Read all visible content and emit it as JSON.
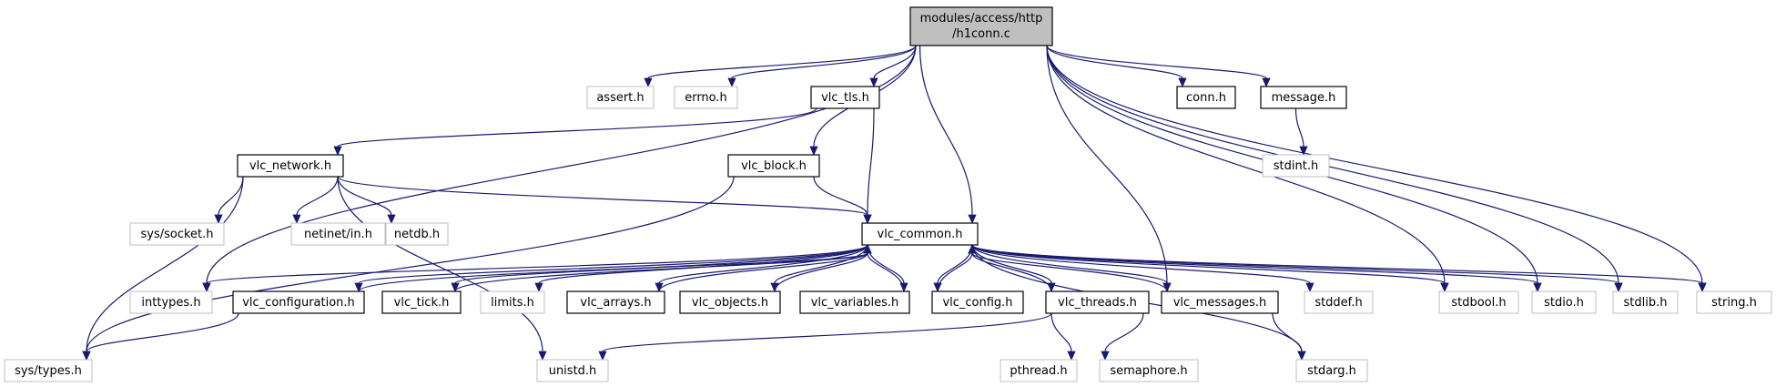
{
  "graph": {
    "root": [
      "modules/access/http",
      "/h1conn.c"
    ],
    "nodes": [
      {
        "id": "assert",
        "label": "assert.h",
        "style": "weak"
      },
      {
        "id": "errno",
        "label": "errno.h",
        "style": "weak"
      },
      {
        "id": "vlc_tls",
        "label": "vlc_tls.h",
        "style": "strong"
      },
      {
        "id": "conn",
        "label": "conn.h",
        "style": "strong"
      },
      {
        "id": "message",
        "label": "message.h",
        "style": "strong"
      },
      {
        "id": "stdint",
        "label": "stdint.h",
        "style": "weak"
      },
      {
        "id": "vlc_network",
        "label": "vlc_network.h",
        "style": "strong"
      },
      {
        "id": "vlc_block",
        "label": "vlc_block.h",
        "style": "strong"
      },
      {
        "id": "syssocket",
        "label": "sys/socket.h",
        "style": "weak"
      },
      {
        "id": "netinet",
        "label": "netinet/in.h",
        "style": "weak"
      },
      {
        "id": "netdb",
        "label": "netdb.h",
        "style": "weak"
      },
      {
        "id": "vlc_common",
        "label": "vlc_common.h",
        "style": "strong"
      },
      {
        "id": "inttypes",
        "label": "inttypes.h",
        "style": "weak"
      },
      {
        "id": "vlc_configuration",
        "label": "vlc_configuration.h",
        "style": "strong"
      },
      {
        "id": "vlc_tick",
        "label": "vlc_tick.h",
        "style": "strong"
      },
      {
        "id": "limits",
        "label": "limits.h",
        "style": "weak"
      },
      {
        "id": "vlc_arrays",
        "label": "vlc_arrays.h",
        "style": "strong"
      },
      {
        "id": "vlc_objects",
        "label": "vlc_objects.h",
        "style": "strong"
      },
      {
        "id": "vlc_variables",
        "label": "vlc_variables.h",
        "style": "strong"
      },
      {
        "id": "vlc_config",
        "label": "vlc_config.h",
        "style": "strong"
      },
      {
        "id": "vlc_threads",
        "label": "vlc_threads.h",
        "style": "strong"
      },
      {
        "id": "vlc_messages",
        "label": "vlc_messages.h",
        "style": "strong"
      },
      {
        "id": "stddef",
        "label": "stddef.h",
        "style": "weak"
      },
      {
        "id": "stdbool",
        "label": "stdbool.h",
        "style": "weak"
      },
      {
        "id": "stdio",
        "label": "stdio.h",
        "style": "weak"
      },
      {
        "id": "stdlib",
        "label": "stdlib.h",
        "style": "weak"
      },
      {
        "id": "string",
        "label": "string.h",
        "style": "weak"
      },
      {
        "id": "systypes",
        "label": "sys/types.h",
        "style": "weak"
      },
      {
        "id": "unistd",
        "label": "unistd.h",
        "style": "weak"
      },
      {
        "id": "pthread",
        "label": "pthread.h",
        "style": "weak"
      },
      {
        "id": "semaphore",
        "label": "semaphore.h",
        "style": "weak"
      },
      {
        "id": "stdarg",
        "label": "stdarg.h",
        "style": "weak"
      }
    ],
    "edges": [
      [
        "root",
        "assert"
      ],
      [
        "root",
        "errno"
      ],
      [
        "root",
        "vlc_tls"
      ],
      [
        "root",
        "conn"
      ],
      [
        "root",
        "message"
      ],
      [
        "root",
        "vlc_block"
      ],
      [
        "root",
        "vlc_common"
      ],
      [
        "root",
        "string"
      ],
      [
        "root",
        "inttypes"
      ],
      [
        "root",
        "stdbool"
      ],
      [
        "root",
        "stdio"
      ],
      [
        "root",
        "stdlib"
      ],
      [
        "root",
        "vlc_messages"
      ],
      [
        "message",
        "stdint"
      ],
      [
        "vlc_tls",
        "vlc_network"
      ],
      [
        "vlc_tls",
        "vlc_common"
      ],
      [
        "vlc_network",
        "syssocket"
      ],
      [
        "vlc_network",
        "netinet"
      ],
      [
        "vlc_network",
        "netdb"
      ],
      [
        "vlc_network",
        "vlc_common"
      ],
      [
        "vlc_network",
        "systypes"
      ],
      [
        "vlc_network",
        "unistd"
      ],
      [
        "vlc_block",
        "vlc_common"
      ],
      [
        "vlc_block",
        "systypes"
      ],
      [
        "vlc_common",
        "inttypes"
      ],
      [
        "vlc_common",
        "vlc_configuration"
      ],
      [
        "vlc_common",
        "vlc_tick"
      ],
      [
        "vlc_common",
        "limits"
      ],
      [
        "vlc_common",
        "vlc_arrays"
      ],
      [
        "vlc_common",
        "vlc_objects"
      ],
      [
        "vlc_common",
        "vlc_variables"
      ],
      [
        "vlc_common",
        "vlc_config"
      ],
      [
        "vlc_common",
        "vlc_threads"
      ],
      [
        "vlc_common",
        "vlc_messages"
      ],
      [
        "vlc_common",
        "stddef"
      ],
      [
        "vlc_common",
        "stdbool"
      ],
      [
        "vlc_common",
        "stdio"
      ],
      [
        "vlc_common",
        "stdlib"
      ],
      [
        "vlc_common",
        "string"
      ],
      [
        "vlc_common",
        "stdarg"
      ],
      [
        "vlc_configuration",
        "vlc_common"
      ],
      [
        "vlc_configuration",
        "systypes"
      ],
      [
        "vlc_tick",
        "vlc_common"
      ],
      [
        "vlc_arrays",
        "vlc_common"
      ],
      [
        "vlc_objects",
        "vlc_common"
      ],
      [
        "vlc_variables",
        "vlc_common"
      ],
      [
        "vlc_config",
        "vlc_common"
      ],
      [
        "vlc_threads",
        "vlc_common"
      ],
      [
        "vlc_threads",
        "unistd"
      ],
      [
        "vlc_threads",
        "pthread"
      ],
      [
        "vlc_threads",
        "semaphore"
      ],
      [
        "vlc_messages",
        "vlc_common"
      ],
      [
        "vlc_messages",
        "stdarg"
      ]
    ]
  }
}
